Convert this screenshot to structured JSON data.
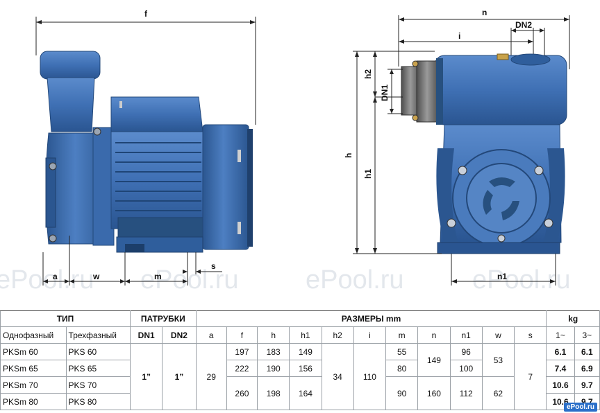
{
  "watermark": "ePool.ru",
  "logo": "ePool.ru",
  "dimension_labels": {
    "f": "f",
    "a": "a",
    "w": "w",
    "m": "m",
    "s": "s",
    "n": "n",
    "i": "i",
    "dn2": "DN2",
    "dn1": "DN1",
    "h": "h",
    "h1": "h1",
    "h2": "h2",
    "n1": "n1"
  },
  "colors": {
    "pump_blue": "#3f70b4",
    "pump_dark": "#27507f",
    "port_grey": "#6d6d6d",
    "brass": "#c8a24a"
  },
  "table": {
    "group_headers": {
      "type": "ТИП",
      "ports": "ПАТРУБКИ",
      "dims": "РАЗМЕРЫ mm",
      "kg": "kg"
    },
    "sub_headers": {
      "single_phase": "Однофазный",
      "three_phase": "Трехфазный",
      "dn1": "DN1",
      "dn2": "DN2",
      "a": "a",
      "f": "f",
      "h": "h",
      "h1": "h1",
      "h2": "h2",
      "i": "i",
      "m": "m",
      "n": "n",
      "n1": "n1",
      "w": "w",
      "s": "s",
      "kg1": "1~",
      "kg3": "3~"
    },
    "rows": [
      {
        "single": "PKSm 60",
        "three": "PKS 60",
        "kg1": "6.1",
        "kg3": "6.1"
      },
      {
        "single": "PKSm 65",
        "three": "PKS 65",
        "kg1": "7.4",
        "kg3": "6.9"
      },
      {
        "single": "PKSm 70",
        "three": "PKS 70",
        "kg1": "10.6",
        "kg3": "9.7"
      },
      {
        "single": "PKSm 80",
        "three": "PKS 80",
        "kg1": "10.6",
        "kg3": "9.7"
      }
    ],
    "cells": {
      "dn1": "1”",
      "dn2": "1”",
      "a": "29",
      "f_1": "197",
      "f_2": "222",
      "f_3": "260",
      "h_1": "183",
      "h_2": "190",
      "h_3": "198",
      "h1_1": "149",
      "h1_2": "156",
      "h1_3": "164",
      "h2": "34",
      "i": "110",
      "m_1": "55",
      "m_2": "80",
      "m_3": "90",
      "n_1": "149",
      "n_2": "160",
      "n1_1": "96",
      "n1_2": "100",
      "n1_3": "112",
      "w_1": "53",
      "w_2": "62",
      "s": "7"
    }
  }
}
